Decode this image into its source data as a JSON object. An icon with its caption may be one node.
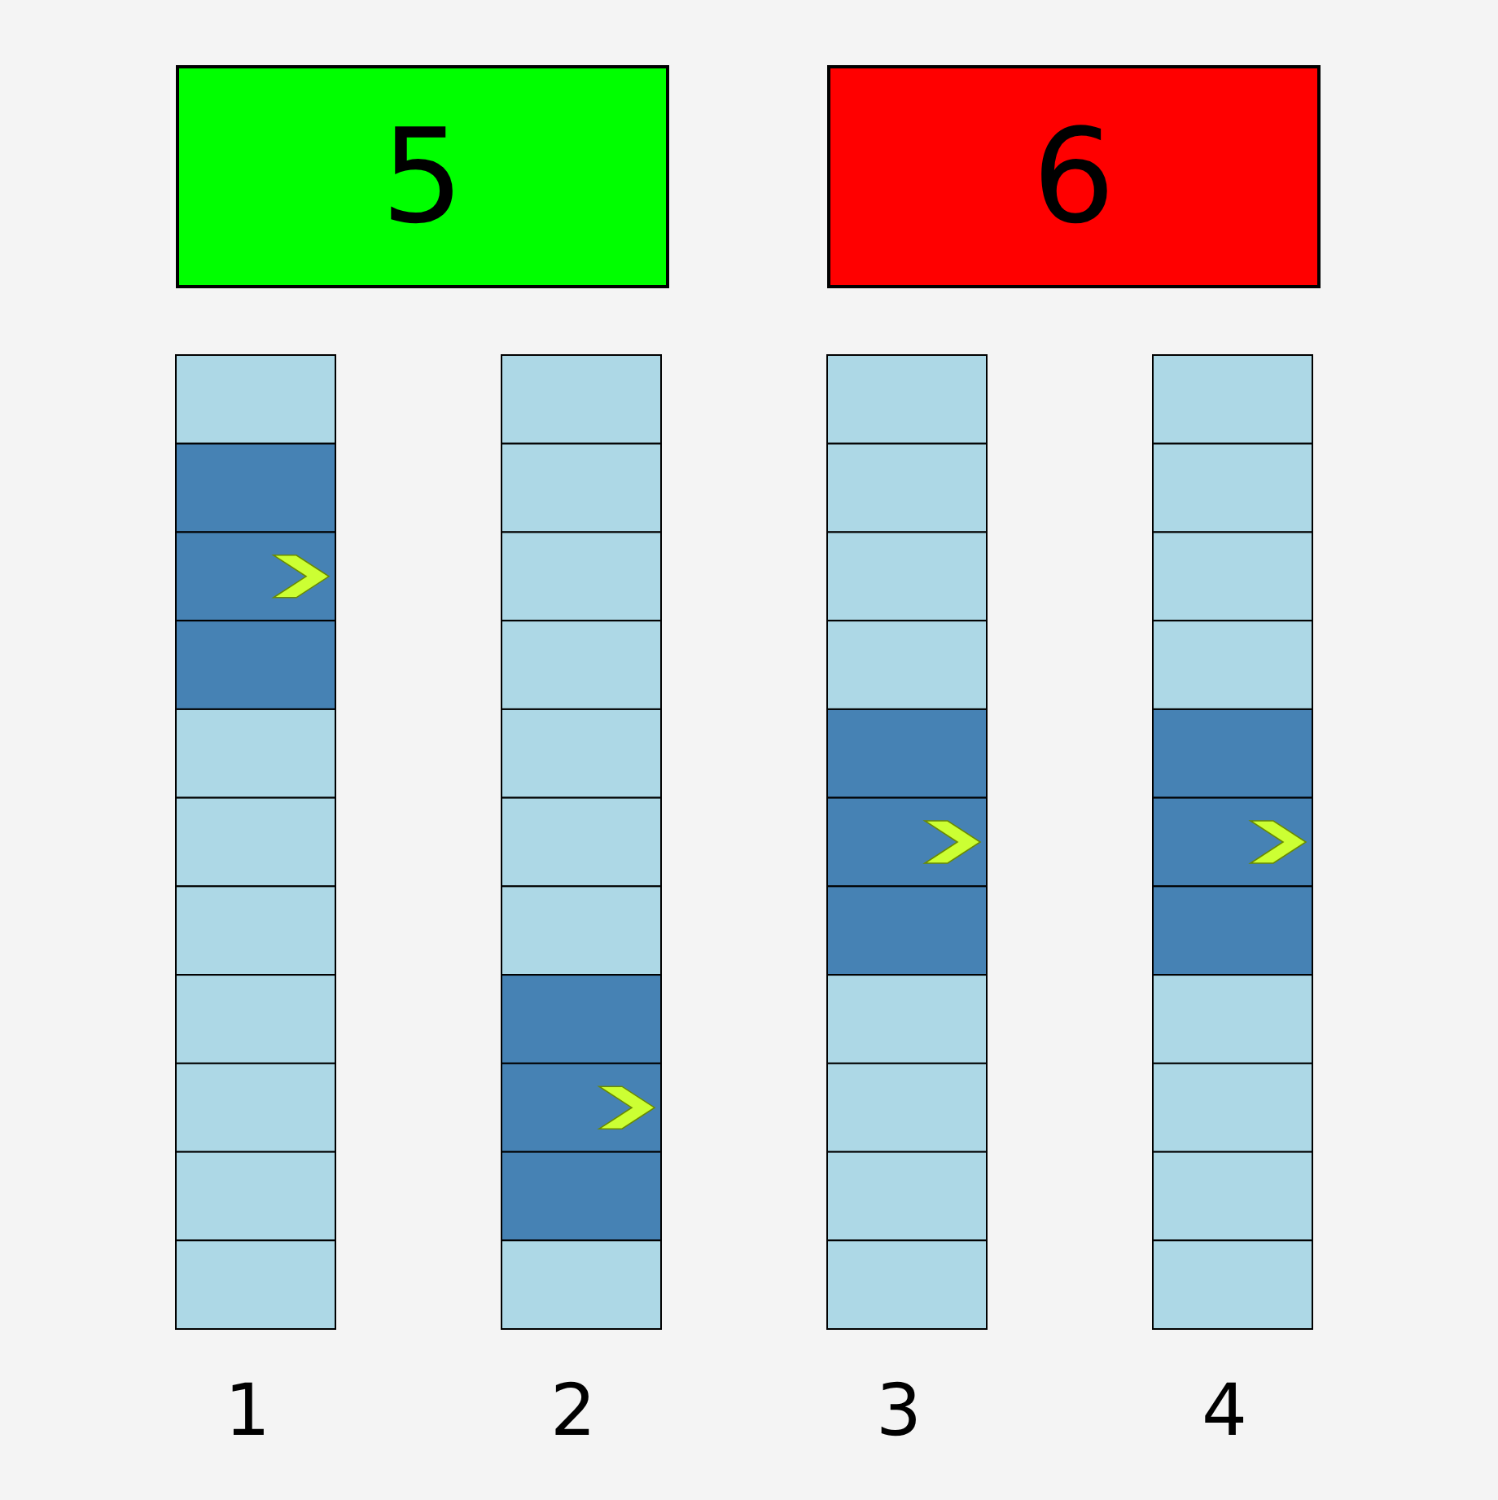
{
  "diagram": {
    "nodes": [
      {
        "text": [
          "5"
        ]
      },
      {
        "text": [
          "6"
        ]
      }
    ],
    "labels": [
      "1",
      "2",
      "3",
      "4"
    ]
  }
}
